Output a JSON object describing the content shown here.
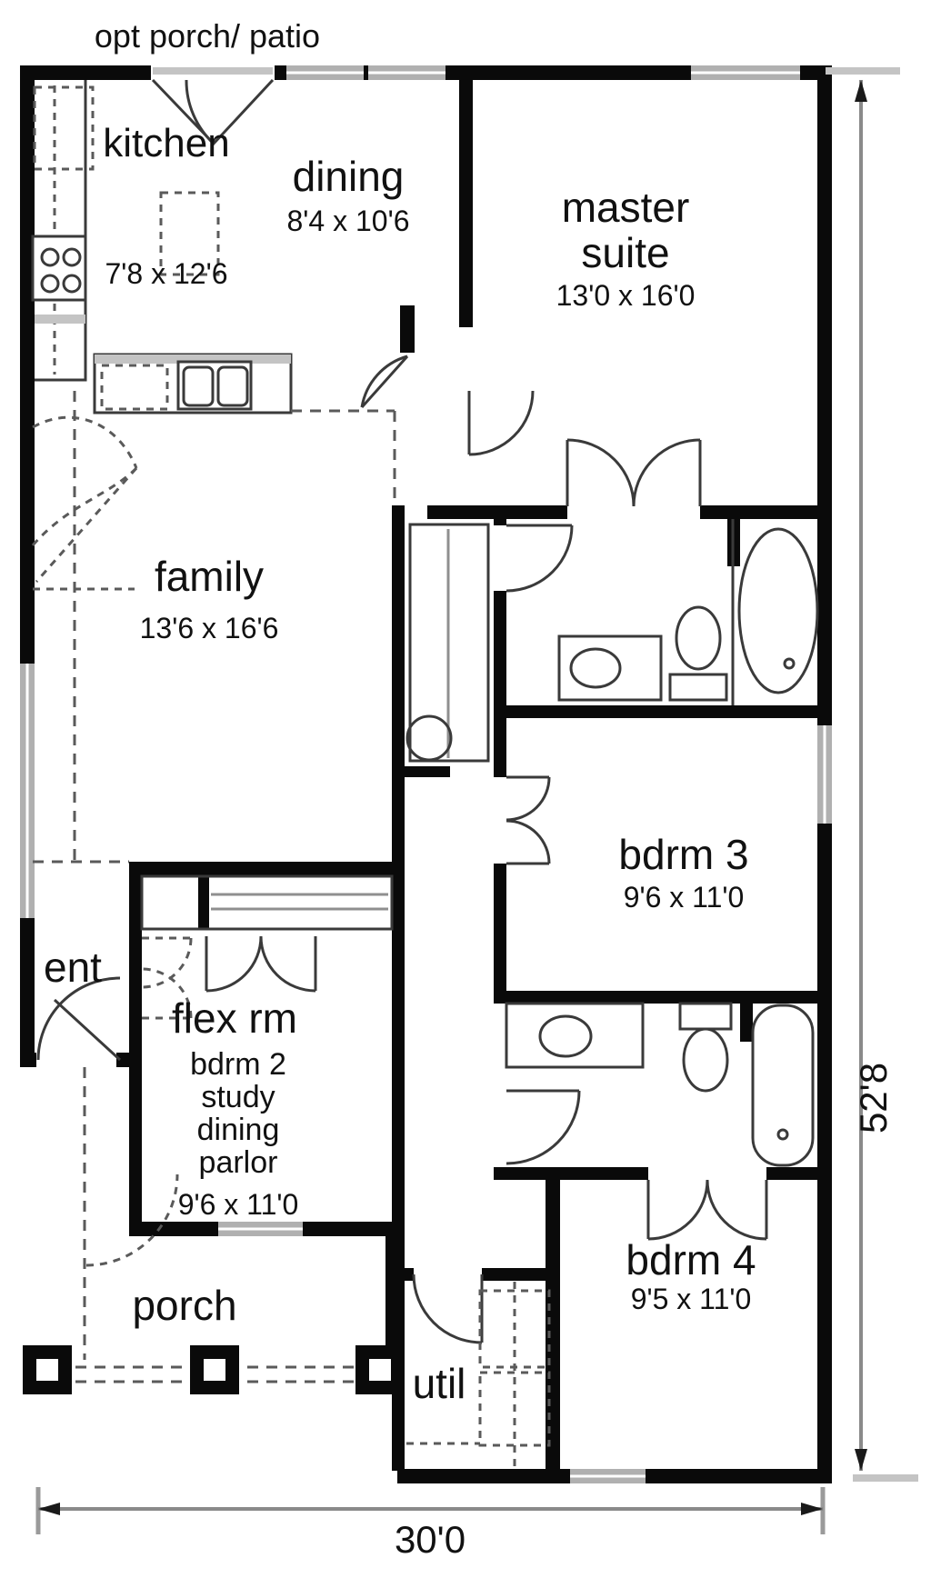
{
  "plan": {
    "top_note": "opt porch/ patio",
    "rooms": {
      "kitchen": {
        "label": "kitchen",
        "dims": "7'8 x 12'6"
      },
      "dining": {
        "label": "dining",
        "dims": "8'4 x 10'6"
      },
      "master": {
        "label_line1": "master",
        "label_line2": "suite",
        "dims": "13'0 x 16'0"
      },
      "family": {
        "label": "family",
        "dims": "13'6 x 16'6"
      },
      "bdrm3": {
        "label": "bdrm 3",
        "dims": "9'6 x 11'0"
      },
      "ent": {
        "label": "ent"
      },
      "flex": {
        "label": "flex rm",
        "alts": [
          "bdrm 2",
          "study",
          "dining",
          "parlor"
        ],
        "dims": "9'6 x 11'0"
      },
      "porch": {
        "label": "porch"
      },
      "util": {
        "label": "util"
      },
      "bdrm4": {
        "label": "bdrm 4",
        "dims": "9'5 x 11'0"
      }
    },
    "dimensions": {
      "overall_width": "30'0",
      "overall_height": "52'8"
    },
    "colors": {
      "wall": "#0a0a0a",
      "window": "#b0b0b0",
      "dimension": "#8a8a8a",
      "text": "#111111"
    }
  }
}
